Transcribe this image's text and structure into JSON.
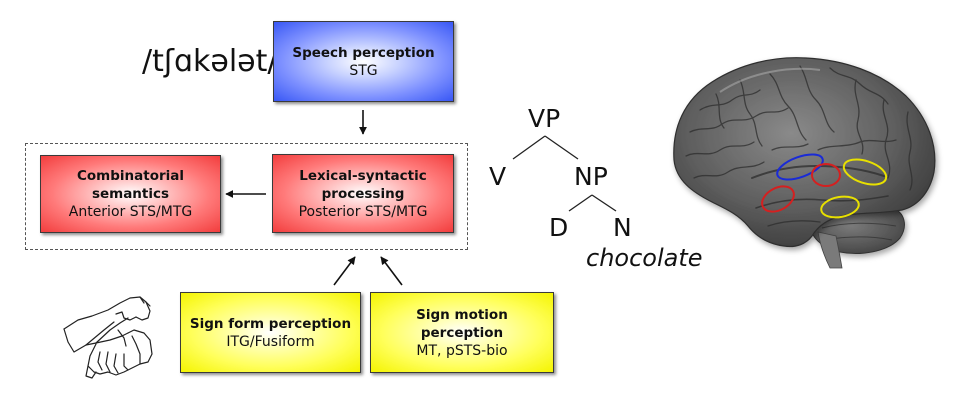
{
  "phonetic_transcription": "/tʃɑkələt/",
  "boxes": {
    "speech_perception": {
      "title": "Speech perception",
      "region": "STG",
      "color": "#3857f5"
    },
    "combinatorial_semantics": {
      "title_line1": "Combinatorial",
      "title_line2": "semantics",
      "region": "Anterior STS/MTG",
      "color": "#f23d3d"
    },
    "lexical_syntactic": {
      "title_line1": "Lexical-syntactic",
      "title_line2": "processing",
      "region": "Posterior STS/MTG",
      "color": "#f23d3d"
    },
    "sign_form": {
      "title": "Sign form perception",
      "region": "ITG/Fusiform",
      "color": "#f4f400"
    },
    "sign_motion": {
      "title_line1": "Sign motion",
      "title_line2": "perception",
      "region": "MT, pSTS-bio",
      "color": "#f4f400"
    }
  },
  "syntax_tree": {
    "root": "VP",
    "left_child": "V",
    "right_child": "NP",
    "np_left": "D",
    "np_right": "N",
    "word": "chocolate"
  },
  "images": {
    "hands": "sign-language-hands-drawing",
    "brain": "lateral-brain-render"
  },
  "brain_regions": [
    {
      "name": "speech-perception-region",
      "color": "#1a2bd6"
    },
    {
      "name": "lexical-syntactic-region",
      "color": "#d42020"
    },
    {
      "name": "combinatorial-semantics-region",
      "color": "#d42020"
    },
    {
      "name": "sign-motion-region",
      "color": "#e8e000"
    },
    {
      "name": "sign-form-region",
      "color": "#e8e000"
    }
  ]
}
